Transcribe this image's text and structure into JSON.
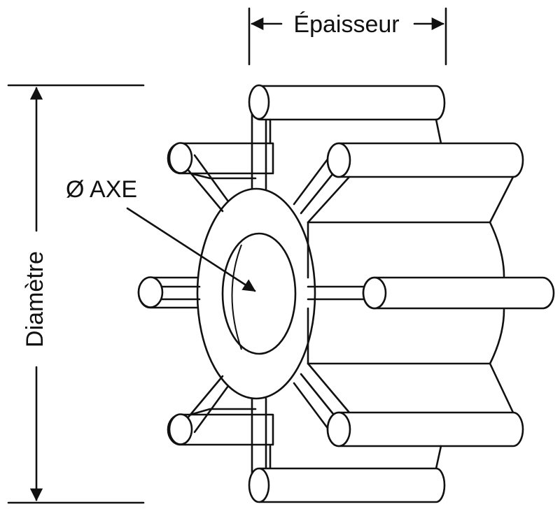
{
  "labels": {
    "thickness": "Épaisseur",
    "diameter": "Diamètre",
    "axis": "Ø AXE"
  },
  "colors": {
    "line": "#111111",
    "background": "#ffffff"
  }
}
